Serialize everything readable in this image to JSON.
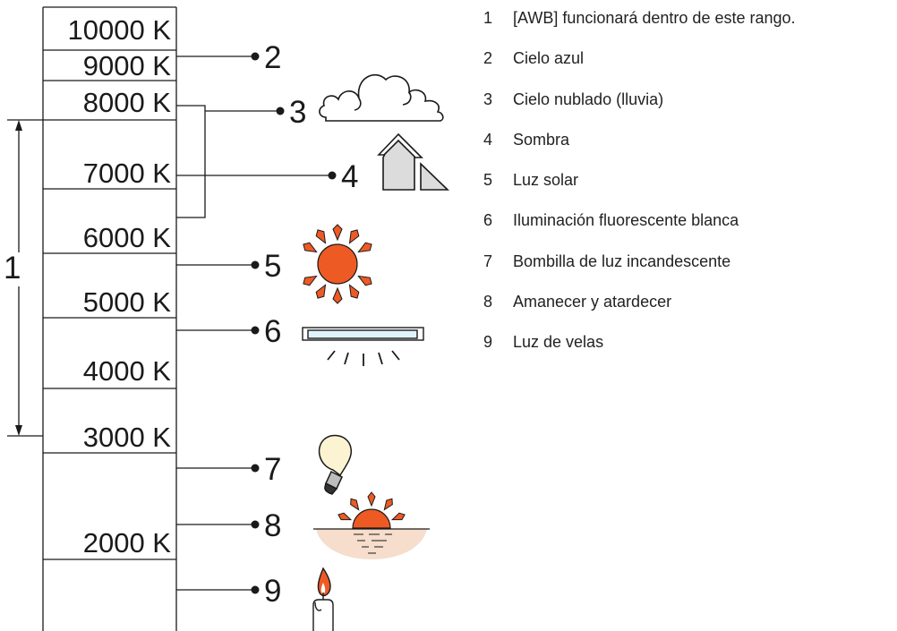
{
  "scale_labels": [
    "10000 K",
    "9000 K",
    "8000 K",
    "7000 K",
    "6000 K",
    "5000 K",
    "4000 K",
    "3000 K",
    "2000 K"
  ],
  "range_label": "1",
  "markers": [
    "2",
    "3",
    "4",
    "5",
    "6",
    "7",
    "8",
    "9"
  ],
  "legend": [
    {
      "num": "1",
      "text": "[AWB] funcionará dentro de este rango."
    },
    {
      "num": "2",
      "text": "Cielo azul"
    },
    {
      "num": "3",
      "text": "Cielo nublado (lluvia)"
    },
    {
      "num": "4",
      "text": "Sombra"
    },
    {
      "num": "5",
      "text": "Luz solar"
    },
    {
      "num": "6",
      "text": "Iluminación fluorescente blanca"
    },
    {
      "num": "7",
      "text": "Bombilla de luz incandescente"
    },
    {
      "num": "8",
      "text": "Amanecer y atardecer"
    },
    {
      "num": "9",
      "text": "Luz de velas"
    }
  ],
  "colors": {
    "line": "#1a1a1a",
    "sun_orange": "#ee5a24",
    "house_gray": "#dcdcdc",
    "tube_blue": "#dff3fb",
    "horizon": "#f6ddcc",
    "bulb_yellow": "#fcf3d2",
    "flame": "#ee5a24"
  },
  "icons": [
    "cloud-icon",
    "house-shade-icon",
    "sun-icon",
    "fluorescent-lamp-icon",
    "light-bulb-icon",
    "sunset-icon",
    "candle-icon"
  ]
}
